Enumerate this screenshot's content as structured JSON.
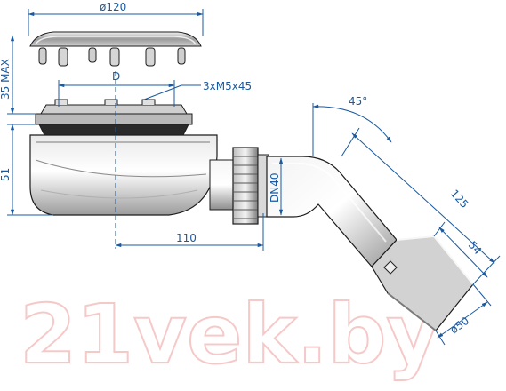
{
  "diagram": {
    "dimensions": {
      "cap_diameter": "ø120",
      "height_max": "35 MAX",
      "screws": "3xM5x45",
      "center_mark": "D",
      "body_height": "51",
      "offset": "110",
      "dn": "DN40",
      "angle": "45°",
      "pipe_length": "125",
      "sleeve_length": "54",
      "outlet_diameter": "ø50"
    },
    "watermark": "21vek.by",
    "colors": {
      "dimension": "#1a5aa0",
      "outline": "#1c1c1c",
      "watermark": "#f3b7b7"
    }
  }
}
